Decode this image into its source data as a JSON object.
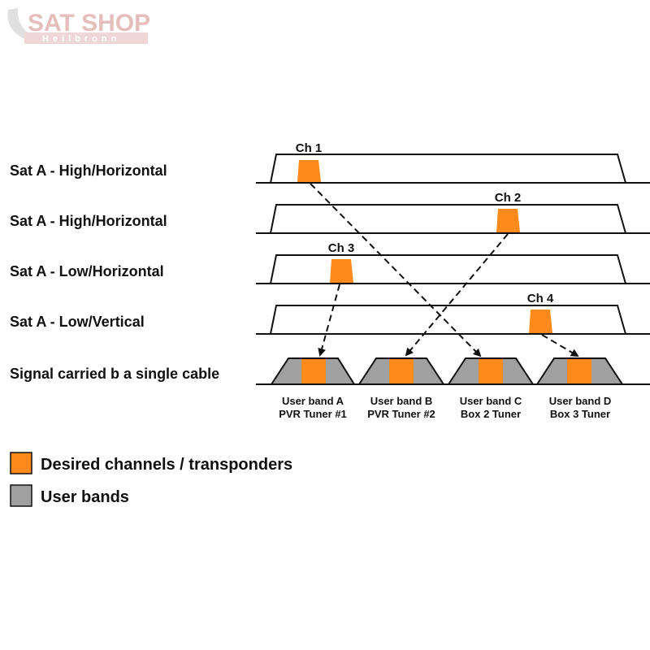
{
  "logo": {
    "title": "SAT SHOP",
    "subtitle": "Heilbronn"
  },
  "rows": [
    {
      "label": "Sat A - High/Horizontal",
      "channel": "Ch 1"
    },
    {
      "label": "Sat A - High/Horizontal",
      "channel": "Ch 2"
    },
    {
      "label": "Sat A - Low/Horizontal",
      "channel": "Ch 3"
    },
    {
      "label": "Sat A - Low/Vertical",
      "channel": "Ch 4"
    }
  ],
  "cable": {
    "label": "Signal carried b a single cable",
    "bands": [
      {
        "name": "User band A",
        "tuner": "PVR Tuner #1"
      },
      {
        "name": "User band B",
        "tuner": "PVR Tuner #2"
      },
      {
        "name": "User band C",
        "tuner": "Box 2 Tuner"
      },
      {
        "name": "User band D",
        "tuner": "Box 3 Tuner"
      }
    ]
  },
  "legend": [
    {
      "label": "Desired channels / transponders",
      "color": "#ff8a1c"
    },
    {
      "label": "User bands",
      "color": "#a0a0a0"
    }
  ]
}
